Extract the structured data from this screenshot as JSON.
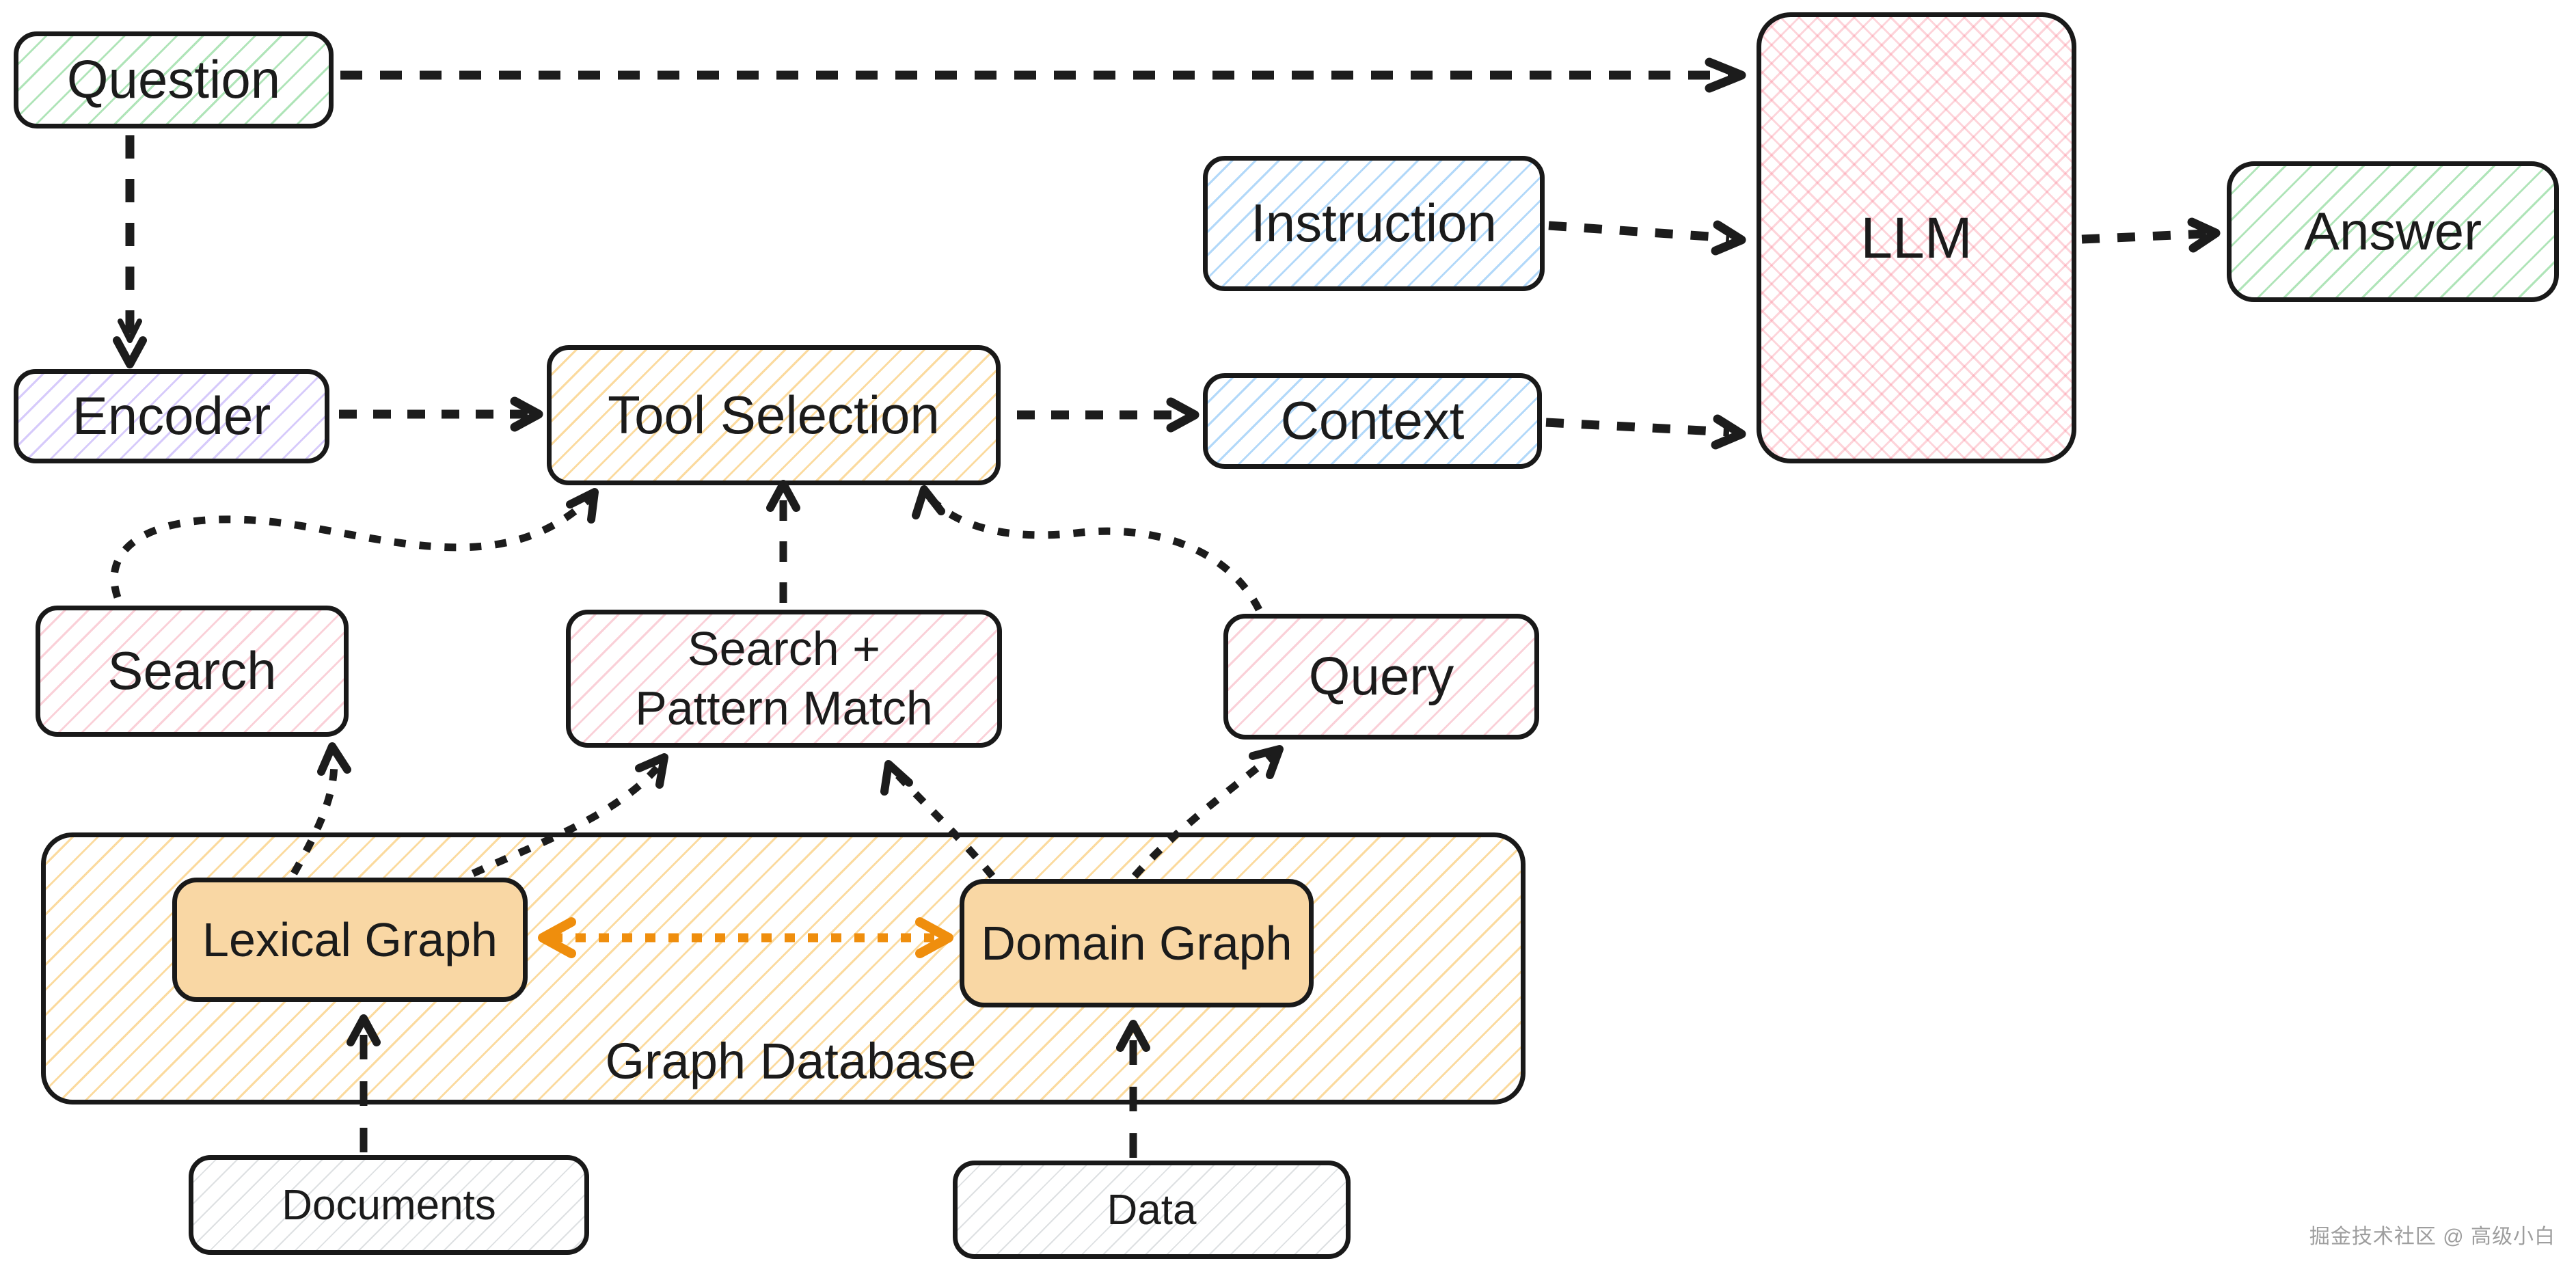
{
  "page": {
    "background": "#ffffff",
    "watermark": "掘金技术社区 @ 高级小白"
  },
  "colors": {
    "stroke": "#191919",
    "text": "#1b1b1b",
    "green_hachure": "#40c057",
    "purple_hachure": "#7950f2",
    "blue_hachure": "#339af0",
    "orange_hachure": "#f59f00",
    "pink_hachure": "#f0657e",
    "gray_hachure": "#868e96",
    "graph_node_fill": "#f9d7a4",
    "orange_arrow": "#ef8e0d",
    "black_arrow": "#1c1c1c"
  },
  "nodes": {
    "question": {
      "label": "Question"
    },
    "encoder": {
      "label": "Encoder"
    },
    "tool_selection": {
      "label": "Tool Selection"
    },
    "instruction": {
      "label": "Instruction"
    },
    "context": {
      "label": "Context"
    },
    "llm": {
      "label": "LLM"
    },
    "answer": {
      "label": "Answer"
    },
    "search": {
      "label": "Search"
    },
    "search_pattern_match": {
      "line1": "Search +",
      "line2": "Pattern Match"
    },
    "query": {
      "label": "Query"
    },
    "graph_database": {
      "label": "Graph Database"
    },
    "lexical_graph": {
      "label": "Lexical Graph"
    },
    "domain_graph": {
      "label": "Domain Graph"
    },
    "documents": {
      "label": "Documents"
    },
    "data": {
      "label": "Data"
    }
  },
  "edges": [
    {
      "from": "Question",
      "to": "LLM",
      "style": "dashed",
      "color": "#1c1c1c"
    },
    {
      "from": "Question",
      "to": "Encoder",
      "style": "dashed",
      "color": "#1c1c1c"
    },
    {
      "from": "Encoder",
      "to": "Tool Selection",
      "style": "dashed",
      "color": "#1c1c1c"
    },
    {
      "from": "Tool Selection",
      "to": "Context",
      "style": "dashed",
      "color": "#1c1c1c"
    },
    {
      "from": "Instruction",
      "to": "LLM",
      "style": "dashed",
      "color": "#1c1c1c"
    },
    {
      "from": "Context",
      "to": "LLM",
      "style": "dashed",
      "color": "#1c1c1c"
    },
    {
      "from": "LLM",
      "to": "Answer",
      "style": "dashed",
      "color": "#1c1c1c"
    },
    {
      "from": "Search",
      "to": "Tool Selection",
      "style": "dashed-curve",
      "color": "#1c1c1c"
    },
    {
      "from": "Search + Pattern Match",
      "to": "Tool Selection",
      "style": "dashed",
      "color": "#1c1c1c"
    },
    {
      "from": "Query",
      "to": "Tool Selection",
      "style": "dashed-curve",
      "color": "#1c1c1c"
    },
    {
      "from": "Lexical Graph",
      "to": "Search",
      "style": "dashed-curve",
      "color": "#1c1c1c"
    },
    {
      "from": "Lexical Graph",
      "to": "Search + Pattern Match",
      "style": "dashed-curve",
      "color": "#1c1c1c"
    },
    {
      "from": "Domain Graph",
      "to": "Search + Pattern Match",
      "style": "dashed-curve",
      "color": "#1c1c1c"
    },
    {
      "from": "Domain Graph",
      "to": "Query",
      "style": "dashed-curve",
      "color": "#1c1c1c"
    },
    {
      "from": "Lexical Graph",
      "to": "Domain Graph",
      "style": "dashed",
      "bidirectional": true,
      "color": "#ef8e0d"
    },
    {
      "from": "Documents",
      "to": "Lexical Graph",
      "style": "dashed",
      "color": "#1c1c1c"
    },
    {
      "from": "Data",
      "to": "Domain Graph",
      "style": "dashed",
      "color": "#1c1c1c"
    }
  ]
}
